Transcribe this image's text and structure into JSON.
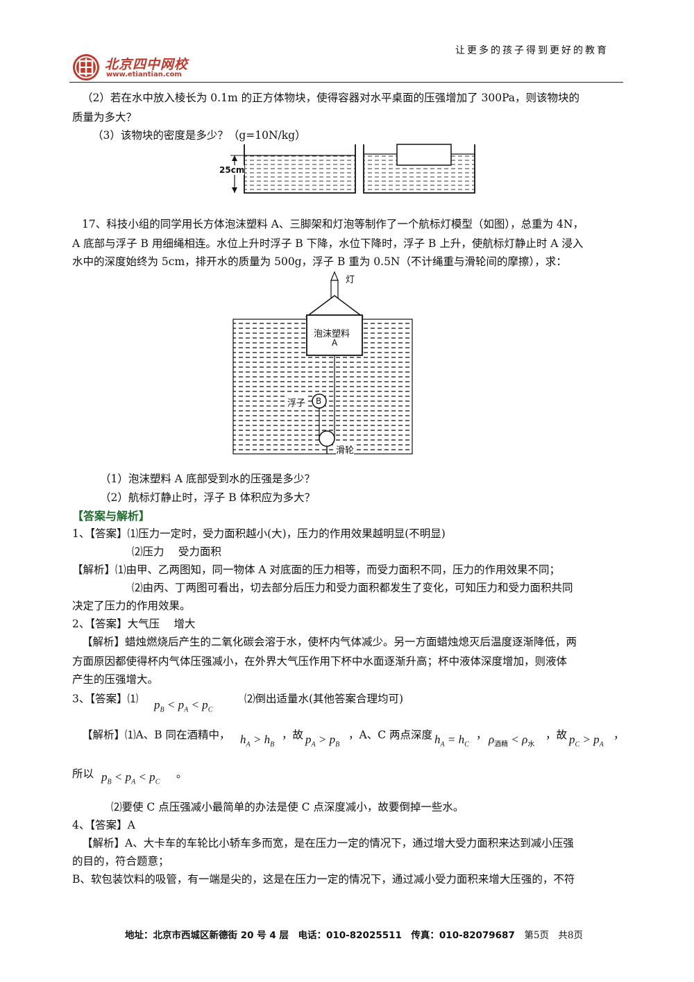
{
  "header": {
    "slogan": "让更多的孩子得到更好的教育",
    "logo_name": "北京四中网校",
    "logo_url_text": "www.etiantian.com"
  },
  "q16": {
    "p2_line1": "（2）若在水中放入棱长为 0.1m 的正方体物块，使得容器对水平桌面的压强增加了 300Pa，则该物块的",
    "p2_line2": "质量为多大？",
    "p3": "（3）该物块的密度是多少？（g=10N/kg）",
    "depth_label": "25cm"
  },
  "q17": {
    "line1": "17、科技小组的同学用长方体泡沫塑料 A、三脚架和灯泡等制作了一个航标灯模型（如图），总重为 4N，",
    "line2": "A 底部与浮子 B 用细绳相连。水位上升时浮子 B 下降，水位下降时，浮子 B 上升，使航标灯静止时 A 浸入",
    "line3": "水中的深度始终为 5cm，排开水的质量为 500g，浮子 B 重为 0.5N（不计绳重与滑轮间的摩擦），求：",
    "figure": {
      "lamp": "灯",
      "foam_line1": "泡沫塑料",
      "foam_line2": "A",
      "float_label": "浮子",
      "float_letter": "B",
      "pulley_label": "滑轮"
    },
    "sub1": "（1）泡沫塑料 A 底部受到水的压强是多少？",
    "sub2": "（2）航标灯静止时，浮子 B 体积应为多大？"
  },
  "answers": {
    "section_title": "【答案与解析】",
    "a1_ans": "1、【答案】⑴压力一定时，受力面积越小(大)，压力的作用效果越明显(不明显)",
    "a1_ans2": "⑵压力　 受力面积",
    "a1_exp1": "【解析】⑴由甲、乙两图知，同一物体 A 对底面的压力相等，而受力面积不同，压力的作用效果不同；",
    "a1_exp2": "⑵由丙、丁两图可看出，切去部分后压力和受力面积都发生了变化，可知压力和受力面积共同",
    "a1_exp3": "决定了压力的作用效果。",
    "a2_ans": "2、【答案】大气压　 增大",
    "a2_exp1": "【解析】蜡烛燃烧后产生的二氧化碳会溶于水，使杯内气体减少。另一方面蜡烛熄灭后温度逐渐降低，两",
    "a2_exp2": "方面原因都使得杯内气体压强减小，在外界大气压作用下杯中水面逐渐升高；杯中液体深度增加，则液体",
    "a2_exp3": "产生的压强增大。",
    "a3_ans_prefix": "3、【答案】⑴",
    "a3_ans_suffix": "⑵倒出适量水(其他答案合理均可)",
    "a3_exp_prefix": "【解析】⑴A、B 同在酒精中，",
    "a3_exp_gu1": "，故",
    "a3_exp_mid": "，A、C 两点深度",
    "a3_exp_comma": "，",
    "a3_exp_gu2": "，故",
    "a3_exp_end": "，",
    "a3_suoyi": "所以",
    "a3_period": "。",
    "a3_exp_p2": "⑵要使 C 点压强减小最简单的办法是使 C 点深度减小，故要倒掉一些水。",
    "sub_jiujing": "酒精",
    "sub_shui": "水",
    "a4_ans": "4、【答案】A",
    "a4_exp1": "【解析】A、大卡车的车轮比小轿车多而宽，是在压力一定的情况下，通过增大受力面积来达到减小压强",
    "a4_exp2": "的目的，符合题意；",
    "a4_exp3": "B、软包装饮料的吸管，有一端是尖的，这是在压力一定的情况下，通过减小受力面积来增大压强的，不符"
  },
  "footer": {
    "address": "地址：北京市西城区新德街 20 号 4 层　电话：010-82025511　传真：010-82079687　",
    "page": "第5页　共8页"
  }
}
